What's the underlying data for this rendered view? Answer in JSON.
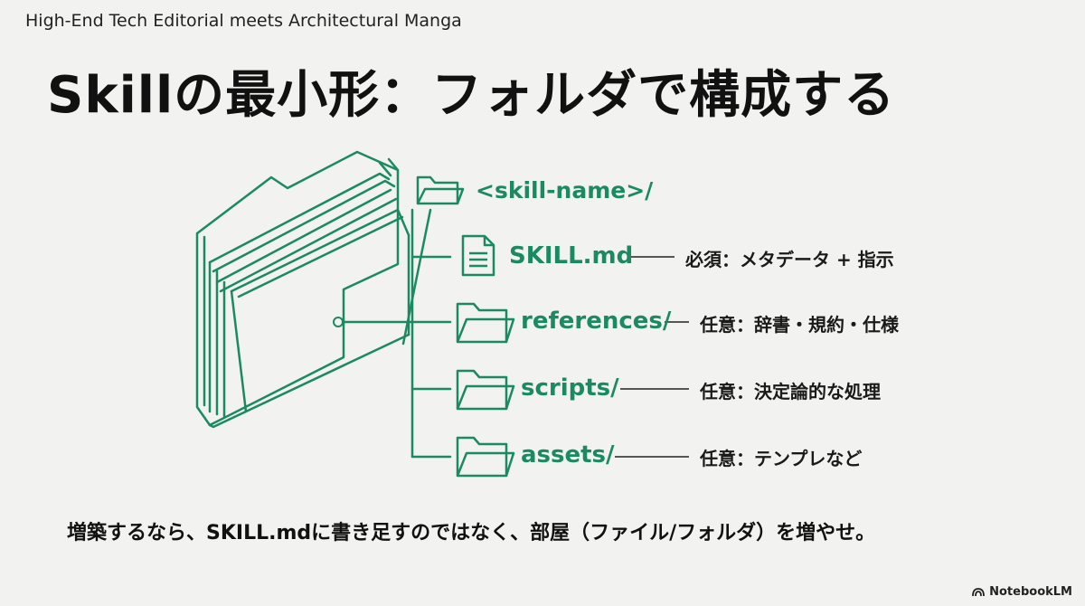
{
  "header": {
    "tagline": "High-End Tech Editorial meets Architectural Manga",
    "title": "Skillの最小形：フォルダで構成する"
  },
  "tree": {
    "root": {
      "label": "<skill-name>/",
      "icon": "folder-icon"
    },
    "items": [
      {
        "label": "SKILL.md",
        "icon": "document-icon",
        "description": "必須：メタデータ + 指示"
      },
      {
        "label": "references/",
        "icon": "folder-icon",
        "description": "任意：辞書・規約・仕様"
      },
      {
        "label": "scripts/",
        "icon": "folder-icon",
        "description": "任意：決定論的な処理"
      },
      {
        "label": "assets/",
        "icon": "folder-icon",
        "description": "任意：テンプレなど"
      }
    ]
  },
  "footer": {
    "message": "増築するなら、SKILL.mdに書き足すのではなく、部屋（ファイル/フォルダ）を増やせ。",
    "brand": "NotebookLM"
  },
  "colors": {
    "accent": "#1b8a62",
    "background": "#f2f2f0",
    "text": "#111111"
  }
}
